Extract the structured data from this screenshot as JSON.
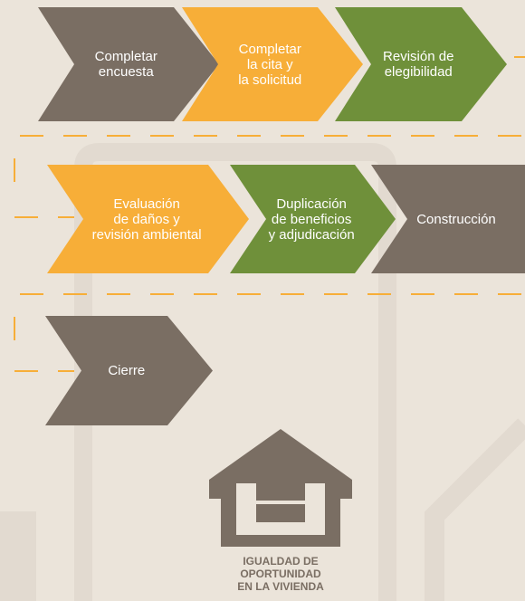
{
  "colors": {
    "background": "#ebe4da",
    "background_shape": "#e2dad0",
    "gray": "#7a6e63",
    "orange": "#f7ae38",
    "green": "#6f903a",
    "dashed_line": "#f7ae38",
    "logo": "#7a6e63"
  },
  "steps": [
    {
      "id": "completar-encuesta",
      "label": "Completar\nencuesta",
      "color": "gray",
      "row": 1
    },
    {
      "id": "completar-cita-solicitud",
      "label": "Completar\nla cita y\nla solicitud",
      "color": "orange",
      "row": 1
    },
    {
      "id": "revision-elegibilidad",
      "label": "Revisión de\nelegibilidad",
      "color": "green",
      "row": 1
    },
    {
      "id": "evaluacion-danos",
      "label": "Evaluación\nde daños y\nrevisión ambiental",
      "color": "orange",
      "row": 2
    },
    {
      "id": "duplicacion-beneficios",
      "label": "Duplicación\nde beneficios\ny adjudicación",
      "color": "green",
      "row": 2
    },
    {
      "id": "construccion",
      "label": "Construcción",
      "color": "gray",
      "row": 2
    },
    {
      "id": "cierre",
      "label": "Cierre",
      "color": "gray",
      "row": 3
    }
  ],
  "logo": {
    "icon": "equal-housing-house-icon",
    "text": "IGUALDAD DE\nOPORTUNIDAD\nEN LA VIVIENDA"
  }
}
